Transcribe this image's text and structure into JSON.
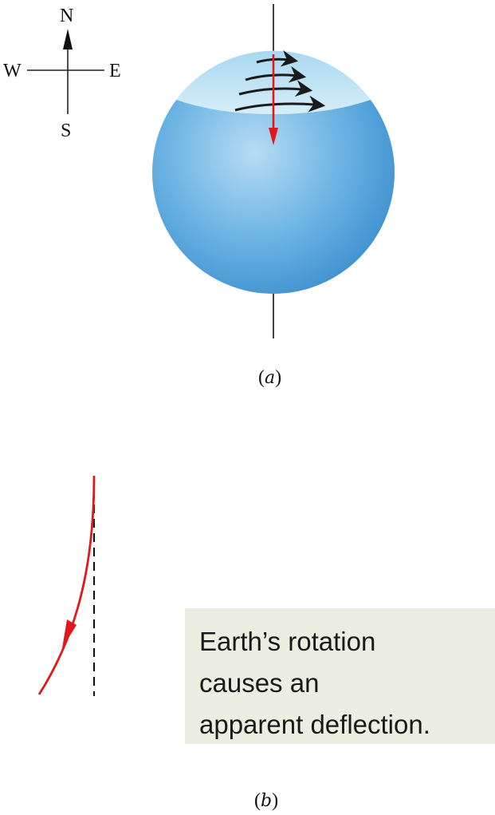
{
  "compass": {
    "north": "N",
    "south": "S",
    "east": "E",
    "west": "W"
  },
  "panel_a": {
    "label_letter": "a"
  },
  "panel_b": {
    "label_letter": "b",
    "note_lines": [
      "Earth’s rotation",
      "causes an",
      "apparent deflection."
    ]
  },
  "colors": {
    "globe": "#5aa9df",
    "polar_cap": "#c6e5f5",
    "deflected_path": "#e0191c",
    "rotation_arrows": "#1a1a1a",
    "note_background": "#edeee2"
  }
}
